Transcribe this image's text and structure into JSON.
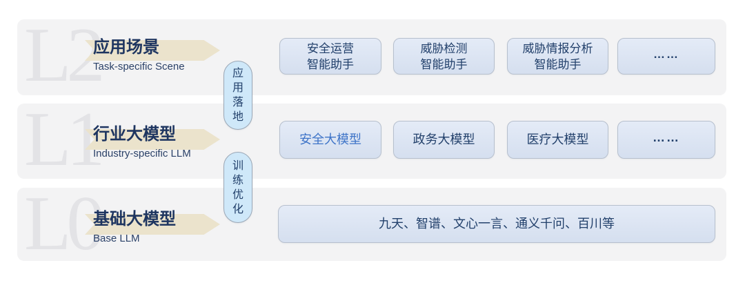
{
  "colors": {
    "panel_bg": "#f3f3f4",
    "box_bg_top": "#e4ebf7",
    "box_bg_bottom": "#d5dfef",
    "box_border": "#b6bfcd",
    "pill_bg": "#cfe8f9",
    "navy_text": "#1e3560",
    "accent_blue_text": "#3e74c8",
    "arrow_beige": "#ebe3cc",
    "watermark_grey": "#e3e3e6"
  },
  "layers": [
    {
      "watermark": "L2",
      "title": "应用场景",
      "subtitle": "Task-specific Scene",
      "boxes": [
        {
          "lines": [
            "安全运营",
            "智能助手"
          ]
        },
        {
          "lines": [
            "威胁检测",
            "智能助手"
          ]
        },
        {
          "lines": [
            "威胁情报分析",
            "智能助手"
          ]
        },
        {
          "lines": [
            "……"
          ]
        }
      ]
    },
    {
      "watermark": "L1",
      "title": "行业大模型",
      "subtitle": "Industry-specific LLM",
      "boxes": [
        {
          "lines": [
            "安全大模型"
          ],
          "highlight": true
        },
        {
          "lines": [
            "政务大模型"
          ]
        },
        {
          "lines": [
            "医疗大模型"
          ]
        },
        {
          "lines": [
            "……"
          ]
        }
      ]
    },
    {
      "watermark": "L0",
      "title": "基础大模型",
      "subtitle": "Base LLM",
      "boxes": [
        {
          "lines": [
            "九天、智谱、文心一言、通义千问、百川等"
          ]
        }
      ]
    }
  ],
  "connectors": [
    {
      "label": "应用落地"
    },
    {
      "label": "训练优化"
    }
  ]
}
